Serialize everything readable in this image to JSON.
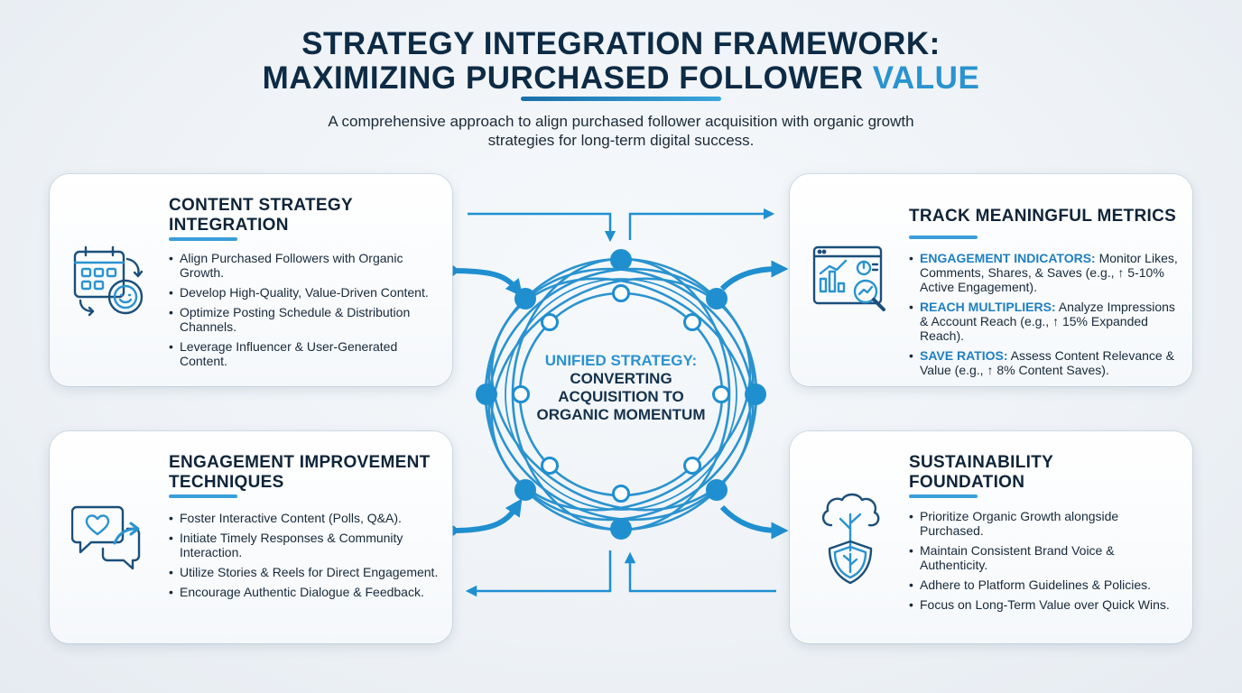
{
  "header": {
    "title_line1": "STRATEGY INTEGRATION FRAMEWORK:",
    "title_line2_main": "MAXIMIZING PURCHASED FOLLOWER",
    "title_line2_accent": "VALUE",
    "subtitle": "A comprehensive approach to align purchased follower acquisition with organic growth strategies for long-term digital success."
  },
  "center": {
    "line1": "UNIFIED STRATEGY:",
    "line2": "CONVERTING ACQUISITION TO ORGANIC MOMENTUM"
  },
  "cards": {
    "content": {
      "title": "CONTENT STRATEGY INTEGRATION",
      "icon": "calendar-gear-icon",
      "items": [
        "Align Purchased Followers with Organic Growth.",
        "Develop High-Quality, Value-Driven Content.",
        "Optimize Posting Schedule & Distribution Channels.",
        "Leverage Influencer & User-Generated Content."
      ]
    },
    "metrics": {
      "title": "TRACK MEANINGFUL METRICS",
      "icon": "analytics-magnifier-icon",
      "items": [
        {
          "keyword": "ENGAGEMENT INDICATORS:",
          "text": " Monitor Likes, Comments, Shares, & Saves (e.g., ↑ 5-10% Active Engagement)."
        },
        {
          "keyword": "REACH MULTIPLIERS:",
          "text": " Analyze Impressions & Account Reach (e.g., ↑ 15% Expanded Reach)."
        },
        {
          "keyword": "SAVE RATIOS:",
          "text": " Assess Content Relevance & Value (e.g., ↑ 8% Content Saves)."
        }
      ]
    },
    "engagement": {
      "title": "ENGAGEMENT IMPROVEMENT TECHNIQUES",
      "icon": "chat-heart-icon",
      "items": [
        "Foster Interactive Content (Polls, Q&A).",
        "Initiate Timely Responses & Community Interaction.",
        "Utilize Stories & Reels for Direct Engagement.",
        "Encourage Authentic Dialogue & Feedback."
      ]
    },
    "sustainability": {
      "title": "SUSTAINABILITY FOUNDATION",
      "icon": "tree-shield-icon",
      "items": [
        "Prioritize Organic Growth alongside Purchased.",
        "Maintain Consistent Brand Voice & Authenticity.",
        "Adhere to Platform Guidelines & Policies.",
        "Focus on Long-Term Value over Quick Wins."
      ]
    }
  },
  "colors": {
    "accent": "#2a93cf",
    "dark_blue": "#0d2b45",
    "line_blue": "#1f8fd0"
  }
}
